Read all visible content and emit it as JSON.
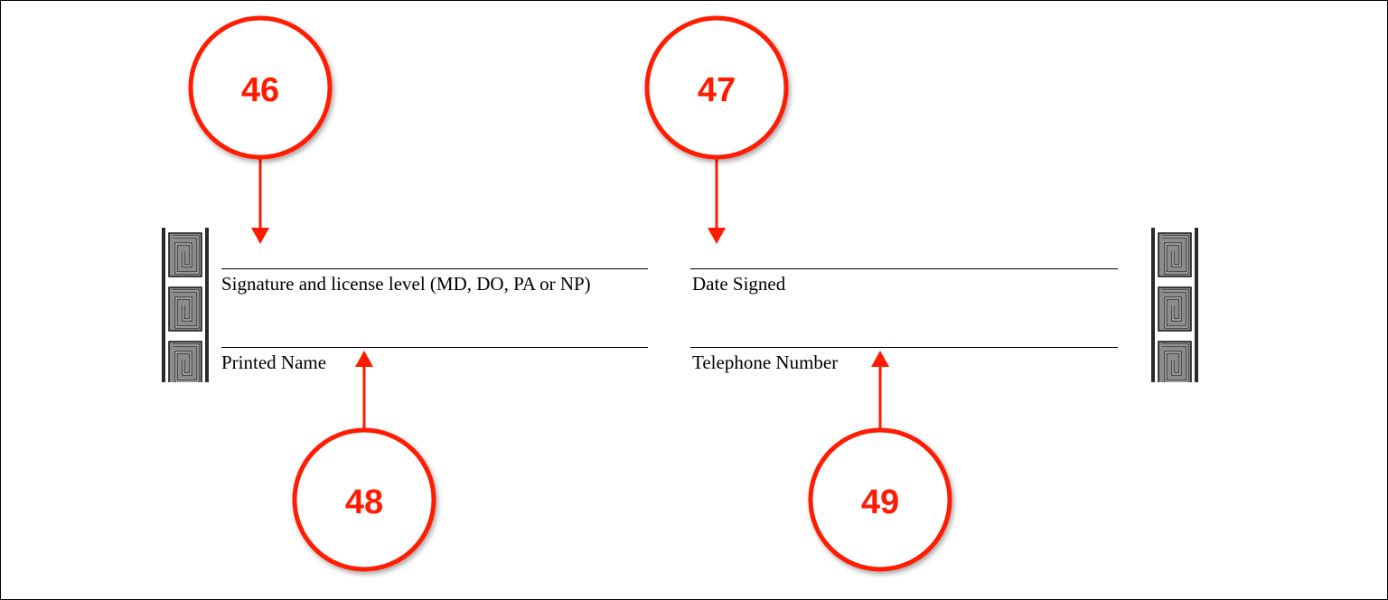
{
  "colors": {
    "callout": "#ff1a00",
    "text": "#000000",
    "line": "#000000",
    "border_pattern": "#9a9a9a"
  },
  "form": {
    "signature_label": "Signature and license level (MD, DO, PA or NP)",
    "date_label": "Date Signed",
    "printed_name_label": "Printed Name",
    "telephone_label": "Telephone Number"
  },
  "callouts": {
    "c46": "46",
    "c47": "47",
    "c48": "48",
    "c49": "49"
  },
  "icons": {
    "decoration": "greek-key-border-icon",
    "callout": "numbered-circle-callout-icon",
    "arrow": "arrow-pointer-icon"
  }
}
